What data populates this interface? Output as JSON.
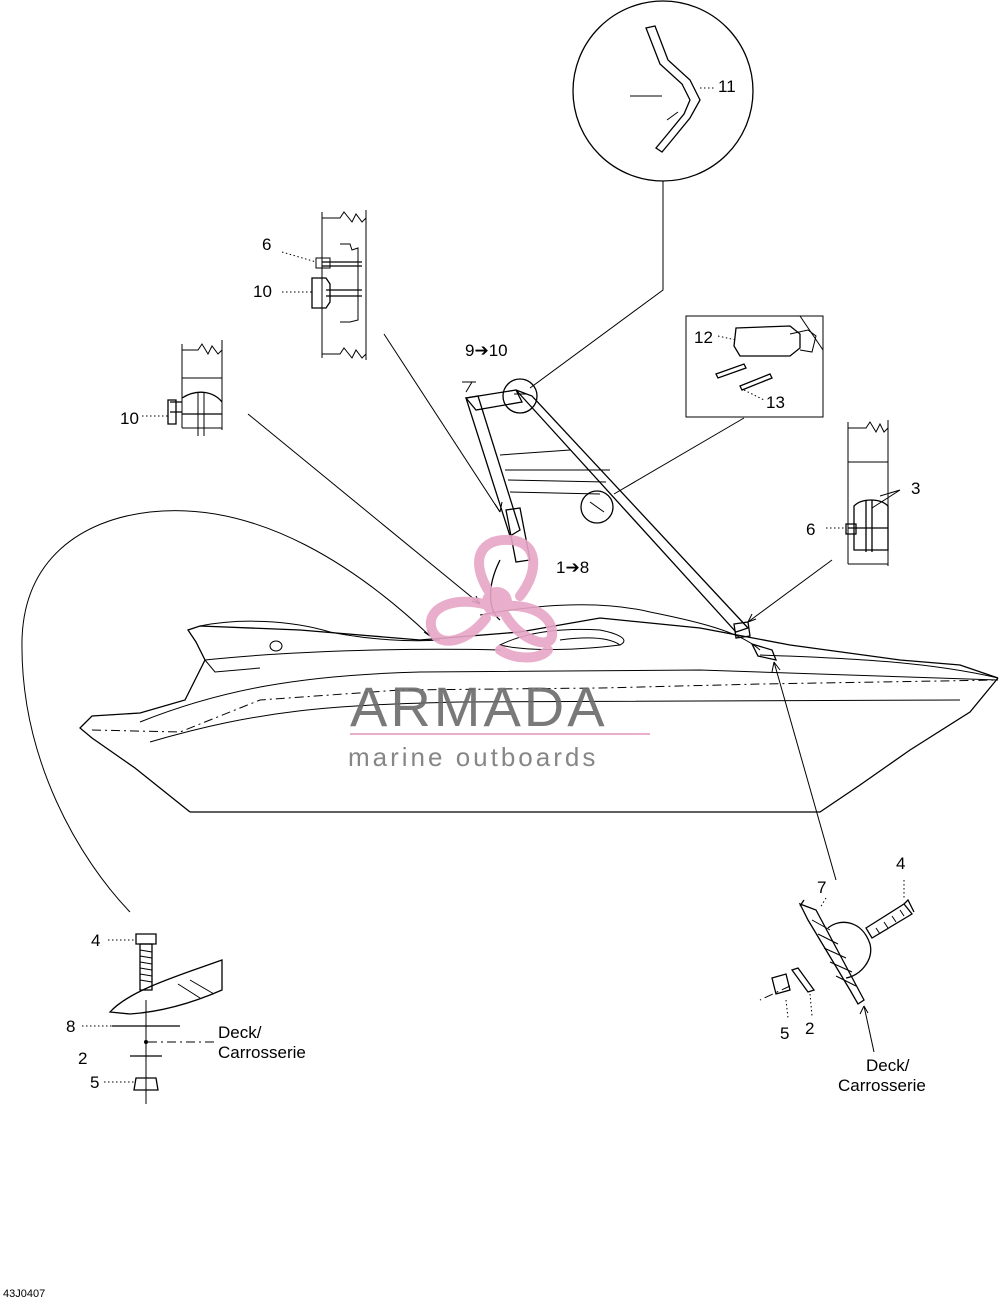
{
  "diagram": {
    "figure_code": "43J0407",
    "callouts": {
      "c11": "11",
      "c6_top": "6",
      "c10_top": "10",
      "c9_10": "9➔10",
      "c12": "12",
      "c13": "13",
      "c10_left": "10",
      "c3": "3",
      "c6_right": "6",
      "c1_8": "1➔8",
      "c4_left": "4",
      "c8": "8",
      "c2_left": "2",
      "c5_left": "5",
      "c7": "7",
      "c4_right": "4",
      "c5_right": "5",
      "c2_right": "2"
    },
    "deck_label_left": [
      "Deck/",
      "Carrosserie"
    ],
    "deck_label_right": [
      "Deck/",
      "Carrosserie"
    ]
  },
  "watermark": {
    "brand": "ARMADA",
    "tagline": "marine outboards",
    "colors": {
      "brand": "#6b6b6b",
      "accent": "#e7a6c6"
    }
  }
}
